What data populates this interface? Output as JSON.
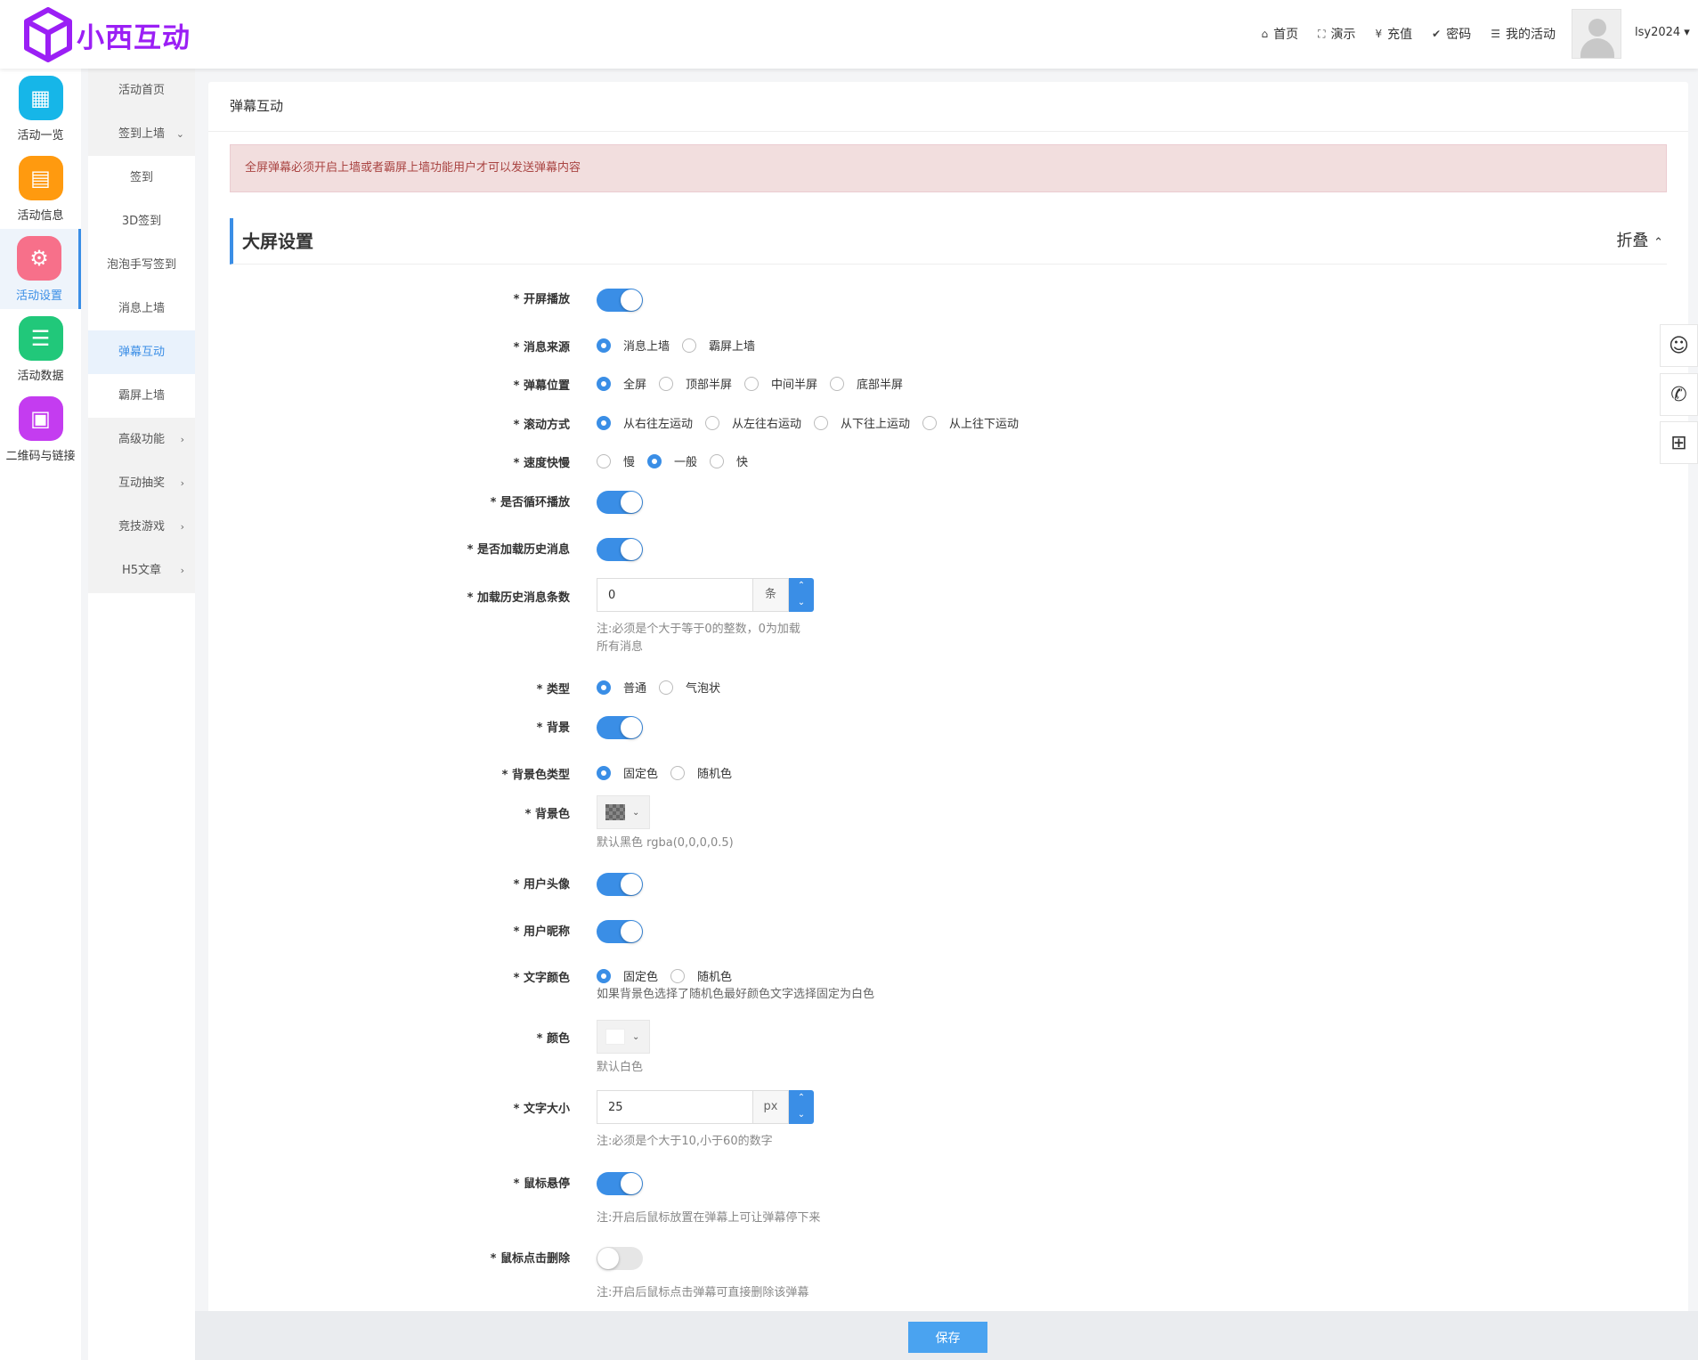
{
  "brand": {
    "name": "小西互动",
    "color": "#9b1ff5"
  },
  "topnav": [
    {
      "icon": "home-icon",
      "label": "首页"
    },
    {
      "icon": "fullscreen-icon",
      "label": "演示"
    },
    {
      "icon": "yen-icon",
      "label": "充值"
    },
    {
      "icon": "badge-icon",
      "label": "密码"
    },
    {
      "icon": "list-icon",
      "label": "我的活动"
    }
  ],
  "user": {
    "name": "lsy2024"
  },
  "sidebar": [
    {
      "label": "活动一览",
      "icon": "grid-icon",
      "color": "#16b6e8"
    },
    {
      "label": "活动信息",
      "icon": "document-icon",
      "color": "#ff9a0f"
    },
    {
      "label": "活动设置",
      "icon": "gear-icon",
      "color": "#f7708a"
    },
    {
      "label": "活动数据",
      "icon": "database-icon",
      "color": "#21c87a"
    },
    {
      "label": "二维码与链接",
      "icon": "qrcode-icon",
      "color": "#c43cf0"
    }
  ],
  "subnav": [
    {
      "label": "活动首页"
    },
    {
      "label": "签到上墙"
    },
    {
      "label": "签到"
    },
    {
      "label": "3D签到"
    },
    {
      "label": "泡泡手写签到"
    },
    {
      "label": "消息上墙"
    },
    {
      "label": "弹幕互动"
    },
    {
      "label": "霸屏上墙"
    },
    {
      "label": "高级功能"
    },
    {
      "label": "互动抽奖"
    },
    {
      "label": "竞技游戏"
    },
    {
      "label": "H5文章"
    }
  ],
  "page": {
    "title": "弹幕互动",
    "alert": "全屏弹幕必须开启上墙或者霸屏上墙功能用户才可以发送弹幕内容",
    "section_title": "大屏设置",
    "collapse_label": "折叠"
  },
  "form": {
    "autoplay": {
      "label": "* 开屏播放",
      "on": true
    },
    "source": {
      "label": "* 消息来源",
      "options": [
        "消息上墙",
        "霸屏上墙"
      ],
      "selected": "消息上墙"
    },
    "position": {
      "label": "* 弹幕位置",
      "options": [
        "全屏",
        "顶部半屏",
        "中间半屏",
        "底部半屏"
      ],
      "selected": "全屏"
    },
    "scroll": {
      "label": "* 滚动方式",
      "options": [
        "从右往左运动",
        "从左往右运动",
        "从下往上运动",
        "从上往下运动"
      ],
      "selected": "从右往左运动"
    },
    "speed": {
      "label": "* 速度快慢",
      "options": [
        "慢",
        "一般",
        "快"
      ],
      "selected": "一般"
    },
    "loop": {
      "label": "* 是否循环播放",
      "on": true
    },
    "history": {
      "label": "* 是否加载历史消息",
      "on": true
    },
    "history_count": {
      "label": "* 加载历史消息条数",
      "value": "0",
      "unit": "条",
      "hint_1": "注:必须是个大于等于0的整数，0为加载",
      "hint_2": "所有消息"
    },
    "type": {
      "label": "* 类型",
      "options": [
        "普通",
        "气泡状"
      ],
      "selected": "普通"
    },
    "background": {
      "label": "* 背景",
      "on": true
    },
    "bg_color_type": {
      "label": "* 背景色类型",
      "options": [
        "固定色",
        "随机色"
      ],
      "selected": "固定色"
    },
    "bg_color": {
      "label": "* 背景色",
      "hint": "默认黑色 rgba(0,0,0,0.5)"
    },
    "avatar": {
      "label": "* 用户头像",
      "on": true
    },
    "nickname": {
      "label": "* 用户昵称",
      "on": true
    },
    "text_color_type": {
      "label": "* 文字颜色",
      "options": [
        "固定色",
        "随机色"
      ],
      "selected": "固定色",
      "hint": "如果背景色选择了随机色最好颜色文字选择固定为白色"
    },
    "color": {
      "label": "* 颜色",
      "hint": "默认白色"
    },
    "font_size": {
      "label": "* 文字大小",
      "value": "25",
      "unit": "px",
      "hint": "注:必须是个大于10,小于60的数字"
    },
    "hover_pause": {
      "label": "* 鼠标悬停",
      "on": true,
      "hint": "注:开启后鼠标放置在弹幕上可让弹幕停下来"
    },
    "click_delete": {
      "label": "* 鼠标点击删除",
      "on": false,
      "hint": "注:开启后鼠标点击弹幕可直接删除该弹幕"
    }
  },
  "save_label": "保存",
  "accent": "#3a8ee6"
}
